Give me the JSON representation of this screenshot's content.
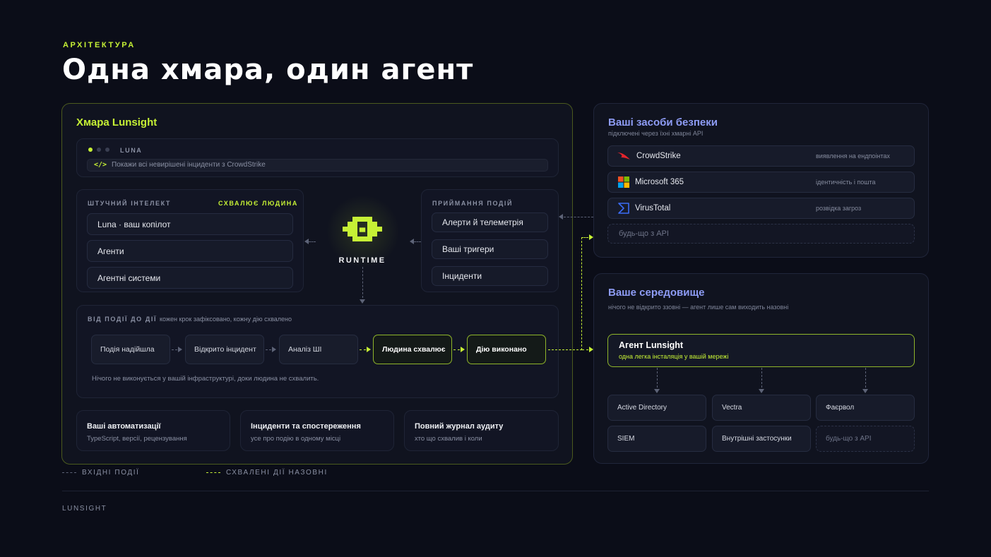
{
  "header": {
    "eyebrow": "АРХІТЕКТУРА",
    "title": "Одна хмара, один агент"
  },
  "cloud": {
    "title": "Хмара Lunsight",
    "luna": {
      "label": "LUNA",
      "code_icon": "</>",
      "prompt": "Покажи всі невирішені інциденти з CrowdStrike"
    },
    "ai": {
      "caption": "ШТУЧНИЙ ІНТЕЛЕКТ",
      "badge": "СХВАЛЮЄ ЛЮДИНА",
      "items": [
        "Luna · ваш копілот",
        "Агенти",
        "Агентні системи"
      ]
    },
    "runtime": {
      "label": "RUNTIME"
    },
    "events": {
      "caption": "ПРИЙМАННЯ ПОДІЙ",
      "items": [
        "Алерти й телеметрія",
        "Ваші тригери",
        "Інциденти"
      ]
    },
    "flow": {
      "caption": "ВІД ПОДІЇ ДО ДІЇ",
      "subcaption": "кожен крок зафіксовано, кожну дію схвалено",
      "steps": [
        "Подія надійшла",
        "Відкрито інцидент",
        "Аналіз ШІ",
        "Людина схвалює",
        "Дію виконано"
      ],
      "note": "Нічого не виконується у вашій інфраструктурі, доки людина не схвалить."
    },
    "cards": [
      {
        "title": "Ваші автоматизації",
        "desc": "TypeScript, версії, рецензування"
      },
      {
        "title": "Інциденти та спостереження",
        "desc": "усе про подію в одному місці"
      },
      {
        "title": "Повний журнал аудиту",
        "desc": "хто що схвалив і коли"
      }
    ]
  },
  "security": {
    "title": "Ваші засоби безпеки",
    "subtitle": "підключені через їхні хмарні API",
    "tools": [
      {
        "name": "CrowdStrike",
        "desc": "виявлення на ендпоінтах",
        "icon": "crowdstrike-icon"
      },
      {
        "name": "Microsoft 365",
        "desc": "ідентичність і пошта",
        "icon": "microsoft-icon"
      },
      {
        "name": "VirusTotal",
        "desc": "розвідка загроз",
        "icon": "virustotal-icon"
      }
    ],
    "ghost": "будь-що з API"
  },
  "environment": {
    "title": "Ваше середовище",
    "subtitle": "нічого не відкрито ззовні — агент лише сам виходить назовні",
    "agent": {
      "title": "Агент Lunsight",
      "desc": "одна легка інсталяція у вашій мережі"
    },
    "systems": [
      "Active Directory",
      "Vectra",
      "Фаєрвол",
      "SIEM",
      "Внутрішні застосунки"
    ],
    "ghost": "будь-що з API"
  },
  "legend": {
    "incoming": "ВХІДНІ ПОДІЇ",
    "outgoing": "СХВАЛЕНІ ДІЇ НАЗОВНІ"
  },
  "footer": {
    "brand": "LUNSIGHT"
  },
  "colors": {
    "accent": "#c6f135",
    "background": "#0b0d18",
    "panel": "#10131f",
    "heading_blue": "#8e9cf5"
  }
}
